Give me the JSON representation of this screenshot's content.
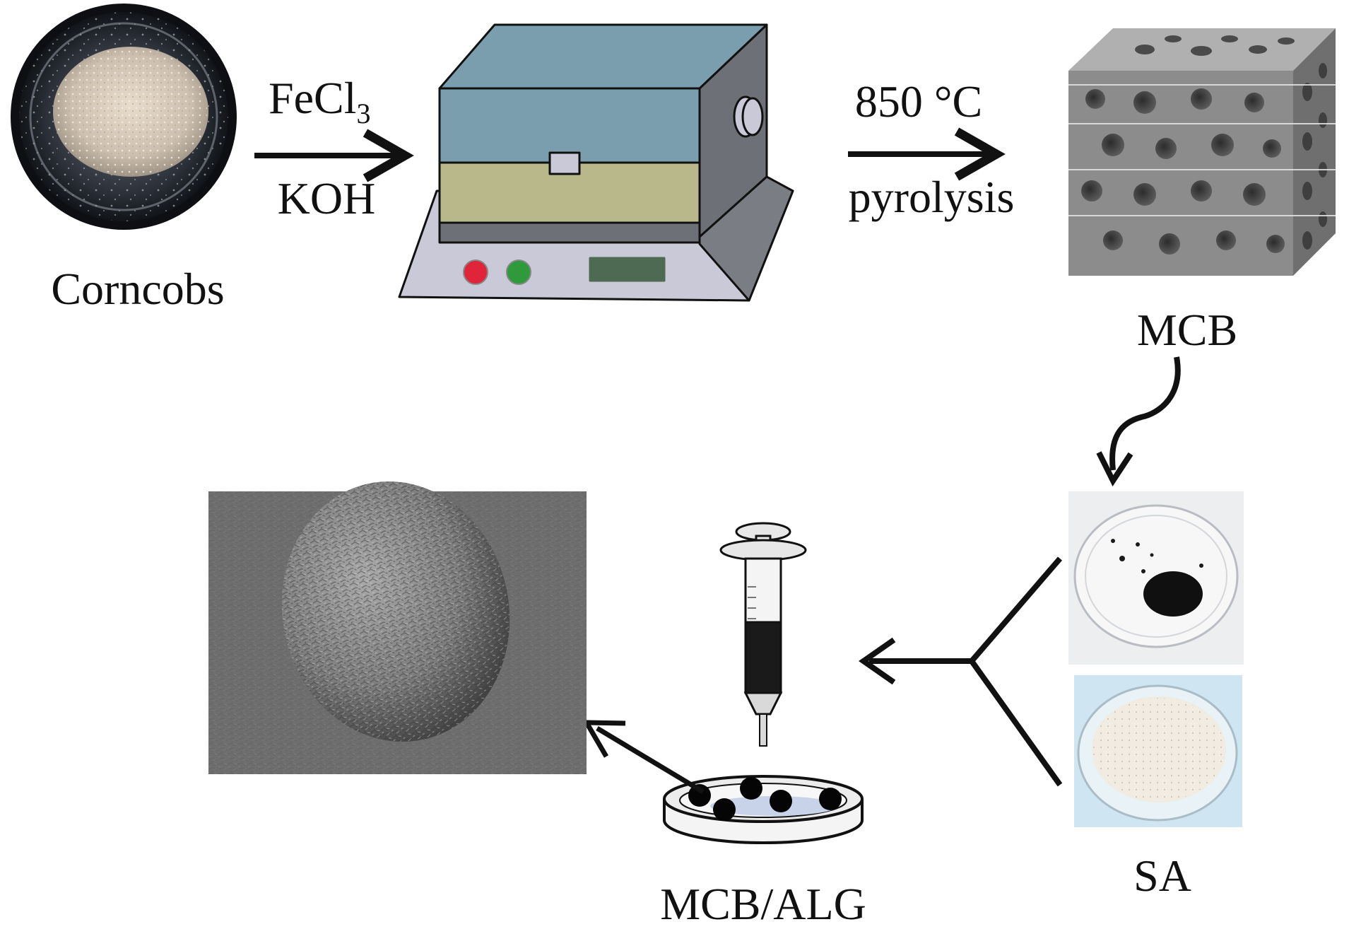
{
  "labels": {
    "corncobs": "Corncobs",
    "reagent1_main": "FeCl",
    "reagent1_sub": "3",
    "reagent2": "KOH",
    "temperature": "850 °C",
    "process": "pyrolysis",
    "mcb": "MCB",
    "sa": "SA",
    "product": "MCB/ALG"
  },
  "colors": {
    "furnace_top": "#7a9eae",
    "furnace_mid": "#b8b88a",
    "furnace_side": "#6e7077",
    "furnace_base": "#c9c9d8",
    "display": "#4e6a52",
    "red_button": "#e0243a",
    "green_button": "#2e9a3c",
    "cube": "#8c8c8c",
    "sem_background": "#6e6e6e"
  },
  "icons": [
    "petri-dish-icon",
    "furnace-icon",
    "porous-cube-icon",
    "syringe-icon",
    "bead-dish-icon",
    "sem-image-icon"
  ]
}
